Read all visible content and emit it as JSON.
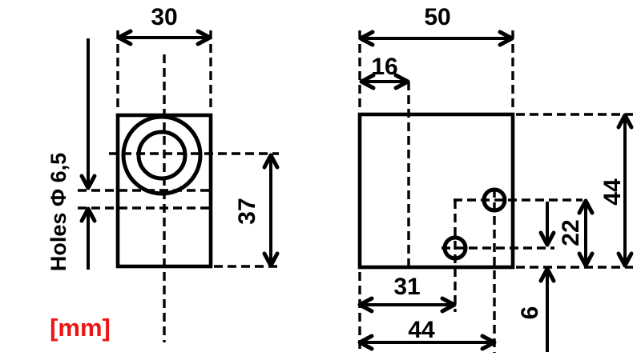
{
  "drawing": {
    "unit_label": "[mm]",
    "hole_note": "Holes Φ 6,5",
    "colors": {
      "lines": "#000000",
      "unit_label_red": "#ed1414",
      "background": "#ffffff"
    },
    "front_view": {
      "dims": {
        "width": "30",
        "center_to_bottom": "37"
      }
    },
    "side_view": {
      "dims": {
        "width": "50",
        "top_offset": "16",
        "height": "44",
        "hole_lower_x": "31",
        "hole_upper_x": "44",
        "hole_upper_y": "22",
        "hole_lower_y": "6"
      }
    }
  }
}
